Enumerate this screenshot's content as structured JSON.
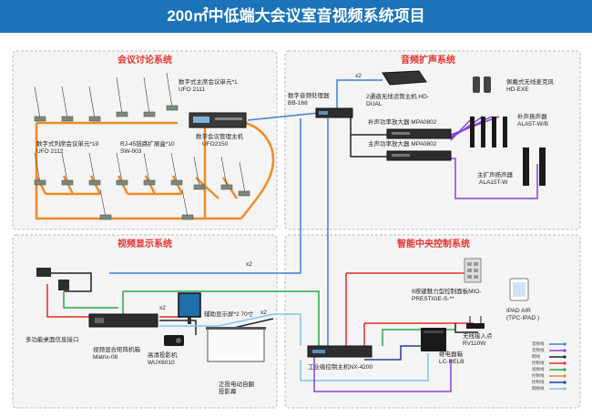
{
  "title": "200㎡中低端大会议室音视频系统项目",
  "colors": {
    "banner": "#1b73b8",
    "section_title": "#e5322d",
    "panel_fill": "#f4f4f4",
    "panel_border": "#b9b9b9",
    "orange": "#f08a24",
    "blue": "#3f7fd6",
    "red": "#e62b26",
    "green": "#29a84a",
    "purple": "#8b3fd9",
    "black": "#222222",
    "lightblue": "#7ec3ef",
    "darkblue": "#1e3f9a"
  },
  "sections": {
    "discussion": "会议讨论系统",
    "audio": "音频扩声系统",
    "video": "视频显示系统",
    "control": "智能中央控制系统"
  },
  "labels": {
    "chair_unit": [
      "数字式主席会议单元*1",
      "UFO 2111"
    ],
    "delegate_unit": [
      "数字式列席会议单元*19",
      "UFO 2112"
    ],
    "hub": [
      "RJ-45链路扩展盒*10",
      "SW-003"
    ],
    "host": [
      "数字会议管理主机",
      "UFO2150"
    ],
    "dsp": [
      "数字音频处理器",
      "BB-168"
    ],
    "mic_host": [
      "2通道无线话筒主机 HD-",
      "DUAL"
    ],
    "headset": [
      "佩戴式无线麦克风",
      "HD-EXE"
    ],
    "amp1": "补声功率放大器 MPA0802",
    "amp2": "主声功率放大器 MPA0802",
    "fill_speaker": [
      "补声扬声器",
      "ALA5T-W/B"
    ],
    "main_speaker": [
      "主扩声扬声器",
      "ALA15T-W"
    ],
    "x2_audio": "x2",
    "x2_video": "x2",
    "x2_proj": "x2",
    "x2_ctrl": "x2",
    "desk_box": "多功能桌面信息接口",
    "matrix": [
      "视频混合矩阵机箱",
      "Matrix-08"
    ],
    "projector": [
      "高清投影机",
      "WUX6010"
    ],
    "aux_screen": "辅助显示屏*2 70寸",
    "screen": [
      "正投电动自翻",
      "投影幕"
    ],
    "keypad": [
      "8按键魅力型控制面板MIO-",
      "PRESTIGE-S-**"
    ],
    "ipad": [
      "IPAD AIR",
      "(TPC-IPAD )"
    ],
    "wifi": [
      "无线接入点",
      "RV110W"
    ],
    "relay": [
      "继电器箱",
      "LC-RELB"
    ],
    "controller": "工业级控制主机NX-4200"
  },
  "legend": [
    "音频线",
    "音频线",
    "网线",
    "控制线",
    "视频线",
    "控制线",
    "控制线",
    "网络线"
  ]
}
